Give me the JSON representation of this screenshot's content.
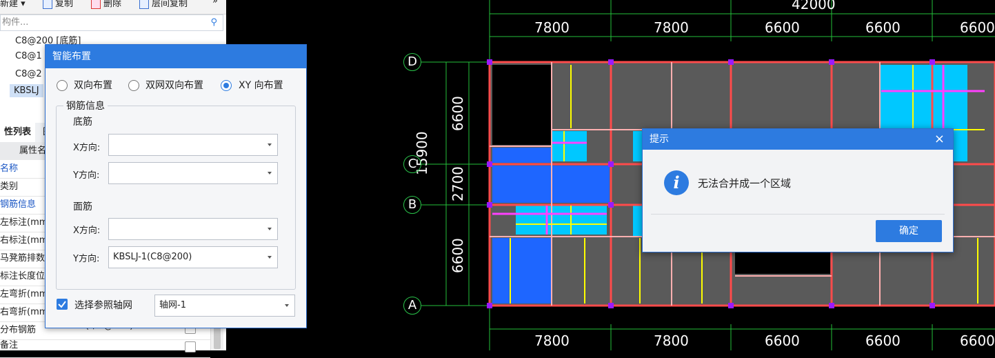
{
  "toolbar": {
    "new": "新建",
    "copy": "复制",
    "delete": "删除",
    "floor_copy": "层间复制",
    "more": "»"
  },
  "search": {
    "placeholder": "构件..."
  },
  "tree": {
    "items": [
      "C8@200 [底筋]",
      "C8@1",
      "C8@2",
      "KBSLJ"
    ]
  },
  "tabs": {
    "list": "性列表",
    "other": "图"
  },
  "props": {
    "header": "属性名",
    "rows": [
      {
        "name": "名称",
        "value": ""
      },
      {
        "name": "类别",
        "value": ""
      },
      {
        "name": "钢筋信息",
        "value": ""
      },
      {
        "name": "左标注(mm",
        "value": ""
      },
      {
        "name": "右标注(mm",
        "value": ""
      },
      {
        "name": "马凳筋排数",
        "value": ""
      },
      {
        "name": "标注长度位",
        "value": ""
      },
      {
        "name": "左弯折(mm",
        "value": ""
      },
      {
        "name": "右弯折(mm",
        "value": ""
      },
      {
        "name": "分布钢筋",
        "value": "(中6@250)"
      },
      {
        "name": "备注",
        "value": ""
      }
    ]
  },
  "smart": {
    "title": "智能布置",
    "radio1": "双向布置",
    "radio2": "双网双向布置",
    "radio3": "XY 向布置",
    "group_title": "钢筋信息",
    "bottom_label": "底筋",
    "top_label": "面筋",
    "x_label": "X方向:",
    "y_label": "Y方向:",
    "bottom_x": "",
    "bottom_y": "",
    "top_x": "",
    "top_y": "KBSLJ-1(C8@200)",
    "checkbox_label": "选择参照轴网",
    "axis_select": "轴网-1"
  },
  "cad": {
    "total_top": "42000",
    "spans_top": [
      "7800",
      "7800",
      "6600",
      "6600",
      "6600"
    ],
    "spans_bottom": [
      "7800",
      "7800",
      "6600",
      "6600",
      "6600"
    ],
    "vertical_total": "15900",
    "vertical_spans": [
      "6600",
      "2700",
      "6600"
    ],
    "axes": [
      "D",
      "C",
      "B",
      "A"
    ],
    "colors": {
      "bg": "#000000",
      "beam": "#ff4b4b",
      "slab": "#5a5a5a",
      "rebar_y": "#ffff00",
      "rebar_m": "#ff40ff",
      "fill_c": "#00c8ff",
      "fill_b": "#1e66ff",
      "dim": "#24c03a"
    }
  },
  "tip": {
    "title": "提示",
    "close": "×",
    "icon": "info-icon",
    "message": "无法合并成一个区域",
    "ok": "确定"
  }
}
